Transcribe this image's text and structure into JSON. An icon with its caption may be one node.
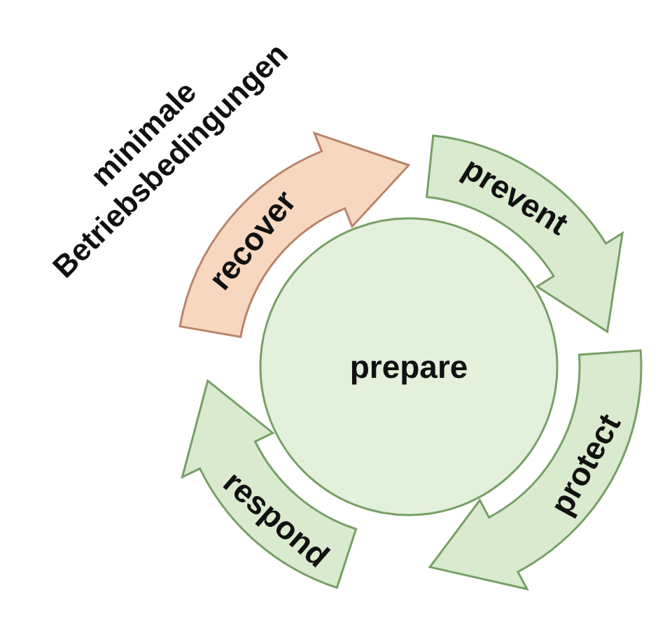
{
  "diagram": {
    "nodes": [
      {
        "text": [
          "recover"
        ]
      },
      {
        "text": [
          "prevent"
        ]
      },
      {
        "text": [
          "protect"
        ]
      },
      {
        "text": [
          "respond"
        ]
      },
      {
        "text": [
          "prepare"
        ]
      }
    ],
    "labels": [
      "minimale Betriebsbedingungen"
    ]
  }
}
